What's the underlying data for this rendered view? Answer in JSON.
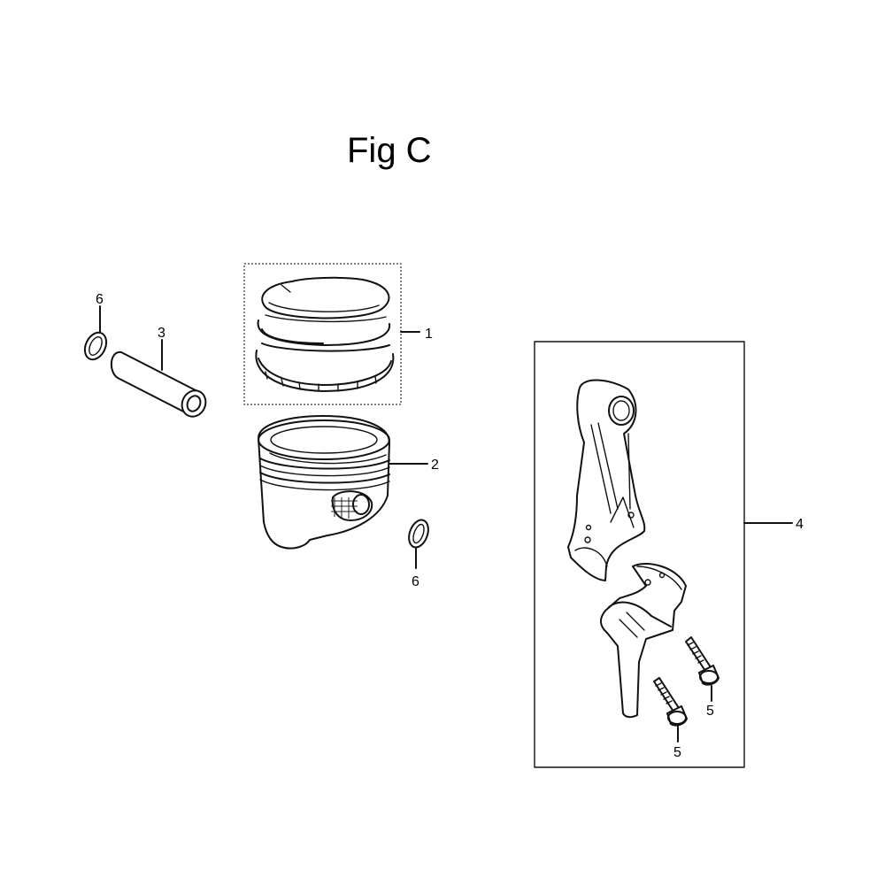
{
  "figure": {
    "title": "Fig C"
  },
  "parts": [
    {
      "callout": "1"
    },
    {
      "callout": "2"
    },
    {
      "callout": "3"
    },
    {
      "callout": "4"
    },
    {
      "callout": "5"
    },
    {
      "callout": "5"
    },
    {
      "callout": "6"
    },
    {
      "callout": "6"
    }
  ]
}
